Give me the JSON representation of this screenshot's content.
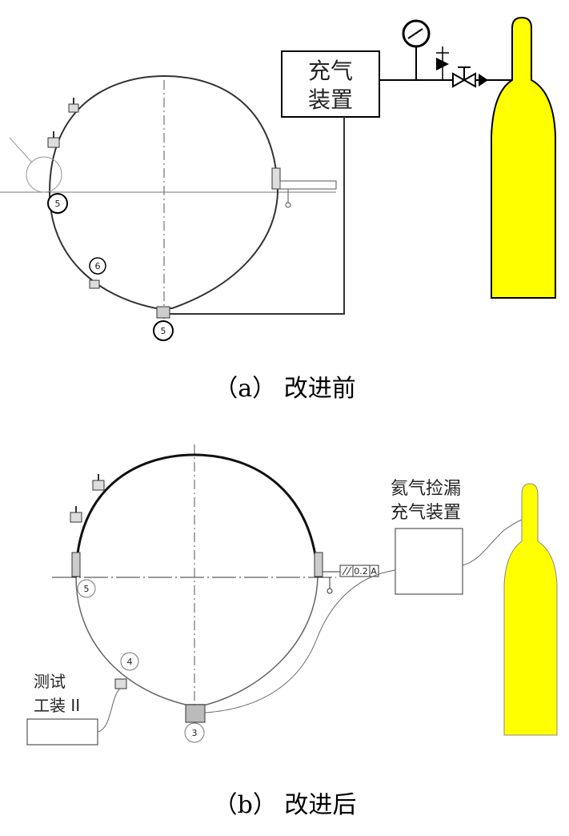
{
  "top": {
    "device_label_line1": "充气",
    "device_label_line2": "装置",
    "caption": "（a） 改进前",
    "marks": {
      "m1": "5",
      "m2": "6",
      "m3": "5"
    }
  },
  "bottom": {
    "device_label_line1": "氦气捡漏",
    "device_label_line2": "充气装置",
    "tool_label_line1": "测试",
    "tool_label_line2": "工装 II",
    "caption": "（b） 改进后",
    "marks": {
      "m1": "5",
      "m2": "4",
      "m3": "3"
    },
    "tolerance_value": "0.2",
    "tolerance_datum": "A"
  },
  "colors": {
    "cylinder": "#ffff00",
    "line": "#333333"
  }
}
